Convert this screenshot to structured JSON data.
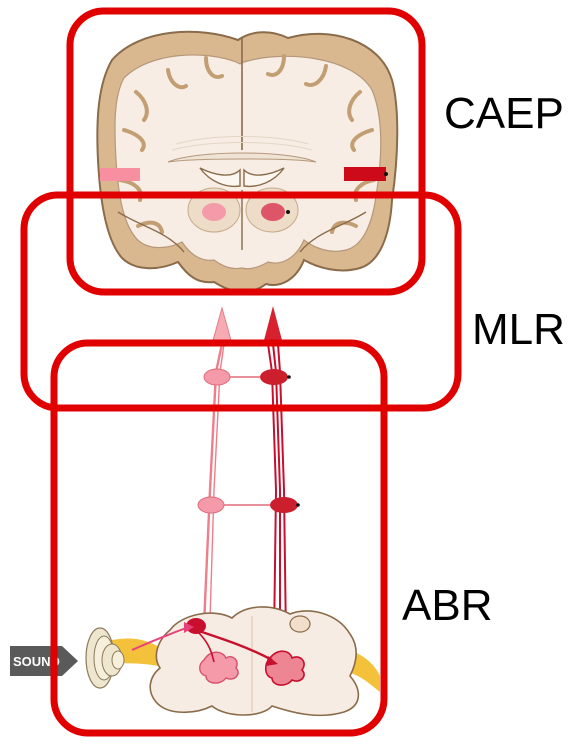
{
  "labels": {
    "caep": "CAEP",
    "mlr": "MLR",
    "abr": "ABR"
  },
  "sound_label": "SOUND",
  "colors": {
    "box_red": "#e00000",
    "light_pathway": "#f07d8a",
    "dark_pathway": "#c8102e",
    "brain_fill": "#f7ede4",
    "brain_outline": "#8a6b4a",
    "cortex": "#d9b88f",
    "nerve_yellow": "#f3c23a"
  },
  "icons": [
    "brain-coronal-section-icon",
    "ear-cochlea-icon",
    "brainstem-section-icon",
    "sound-arrow-icon"
  ]
}
